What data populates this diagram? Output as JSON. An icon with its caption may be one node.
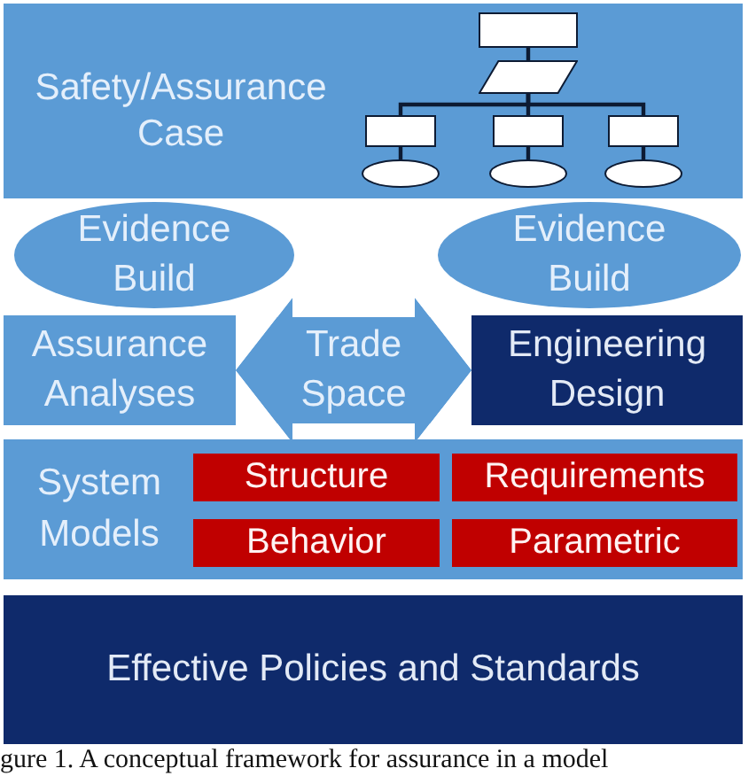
{
  "diagram": {
    "caption": "gure 1. A conceptual framework for assurance in a model",
    "nodes": [
      {
        "text": [
          "Safety/Assurance Case"
        ]
      },
      {
        "text": [],
        "shape": "box",
        "in": 0
      },
      {
        "text": [],
        "shape": "parallelogram",
        "in": 0
      },
      {
        "text": [],
        "shape": "box",
        "in": 0
      },
      {
        "text": [],
        "shape": "box",
        "in": 0
      },
      {
        "text": [],
        "shape": "box",
        "in": 0
      },
      {
        "text": [],
        "shape": "ellipse",
        "in": 0
      },
      {
        "text": [],
        "shape": "ellipse",
        "in": 0
      },
      {
        "text": [],
        "shape": "ellipse",
        "in": 0
      },
      {
        "text": [
          "Evidence Build"
        ]
      },
      {
        "text": [
          "Evidence Build"
        ]
      },
      {
        "text": [
          "Assurance Analyses"
        ]
      },
      {
        "text": [
          "Engineering Design"
        ]
      },
      {
        "text": [
          "System Models"
        ]
      },
      {
        "text": [
          "Structure"
        ],
        "in": 13
      },
      {
        "text": [
          "Requirements"
        ],
        "in": 13
      },
      {
        "text": [
          "Behavior"
        ],
        "in": 13
      },
      {
        "text": [
          "Parametric"
        ],
        "in": 13
      },
      {
        "text": [
          "Effective Policies and Standards"
        ]
      }
    ],
    "edges": [
      {
        "from": 1,
        "to": 2,
        "arrow": "none"
      },
      {
        "from": 2,
        "to": 3,
        "arrow": "none"
      },
      {
        "from": 2,
        "to": 4,
        "arrow": "none"
      },
      {
        "from": 2,
        "to": 5,
        "arrow": "none"
      },
      {
        "from": 3,
        "to": 6,
        "arrow": "none"
      },
      {
        "from": 4,
        "to": 7,
        "arrow": "none"
      },
      {
        "from": 5,
        "to": 8,
        "arrow": "none"
      },
      {
        "from": 11,
        "to": 12,
        "arrow": "both",
        "label": "Trade Space",
        "style": "thick",
        "color": "#5b9bd5"
      }
    ]
  }
}
